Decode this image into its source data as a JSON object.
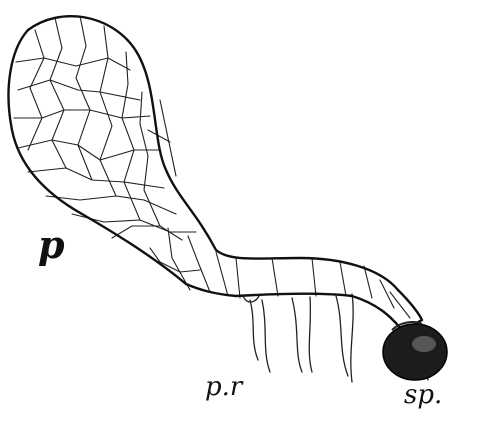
{
  "figure": {
    "labels": {
      "prothallus": "p",
      "rhizoids": "p.r",
      "spore": "sp."
    },
    "colors": {
      "background": "#ffffff",
      "ink": "#111111",
      "spore_fill": "#1c1c1c"
    }
  }
}
